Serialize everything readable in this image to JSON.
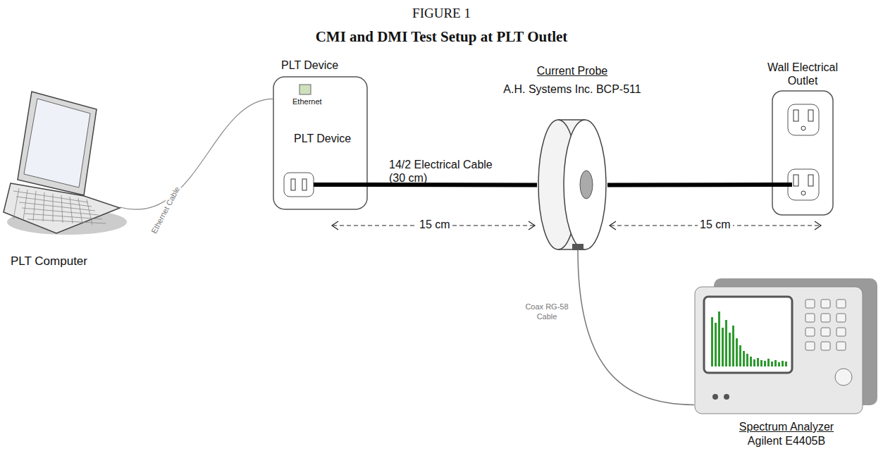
{
  "diagram": {
    "title": "FIGURE 1",
    "caption": "CMI and DMI Test Setup at PLT Outlet",
    "nodes": [
      {
        "text": [
          "PLT Computer"
        ]
      },
      {
        "text": [
          "PLT Device",
          "Ethernet",
          "PLT Device"
        ]
      },
      {
        "text": [
          "Current Probe",
          "A.H. Systems Inc. BCP-511"
        ]
      },
      {
        "text": [
          "Wall Electrical Outlet"
        ]
      },
      {
        "text": [
          "Spectrum Analyzer",
          "Agilent E4405B"
        ]
      }
    ],
    "edges": [
      {
        "from": 0,
        "to": 1,
        "arrow": "none",
        "label": "Ethernet Cable"
      },
      {
        "from": 1,
        "to": 2,
        "arrow": "none",
        "label": "14/2 Electrical Cable (30 cm)"
      },
      {
        "from": 2,
        "to": 3,
        "arrow": "none"
      },
      {
        "from": 2,
        "to": 4,
        "arrow": "none",
        "label": "Coax RG-58 Cable"
      }
    ],
    "labels": [
      "15 cm",
      "15 cm"
    ]
  }
}
